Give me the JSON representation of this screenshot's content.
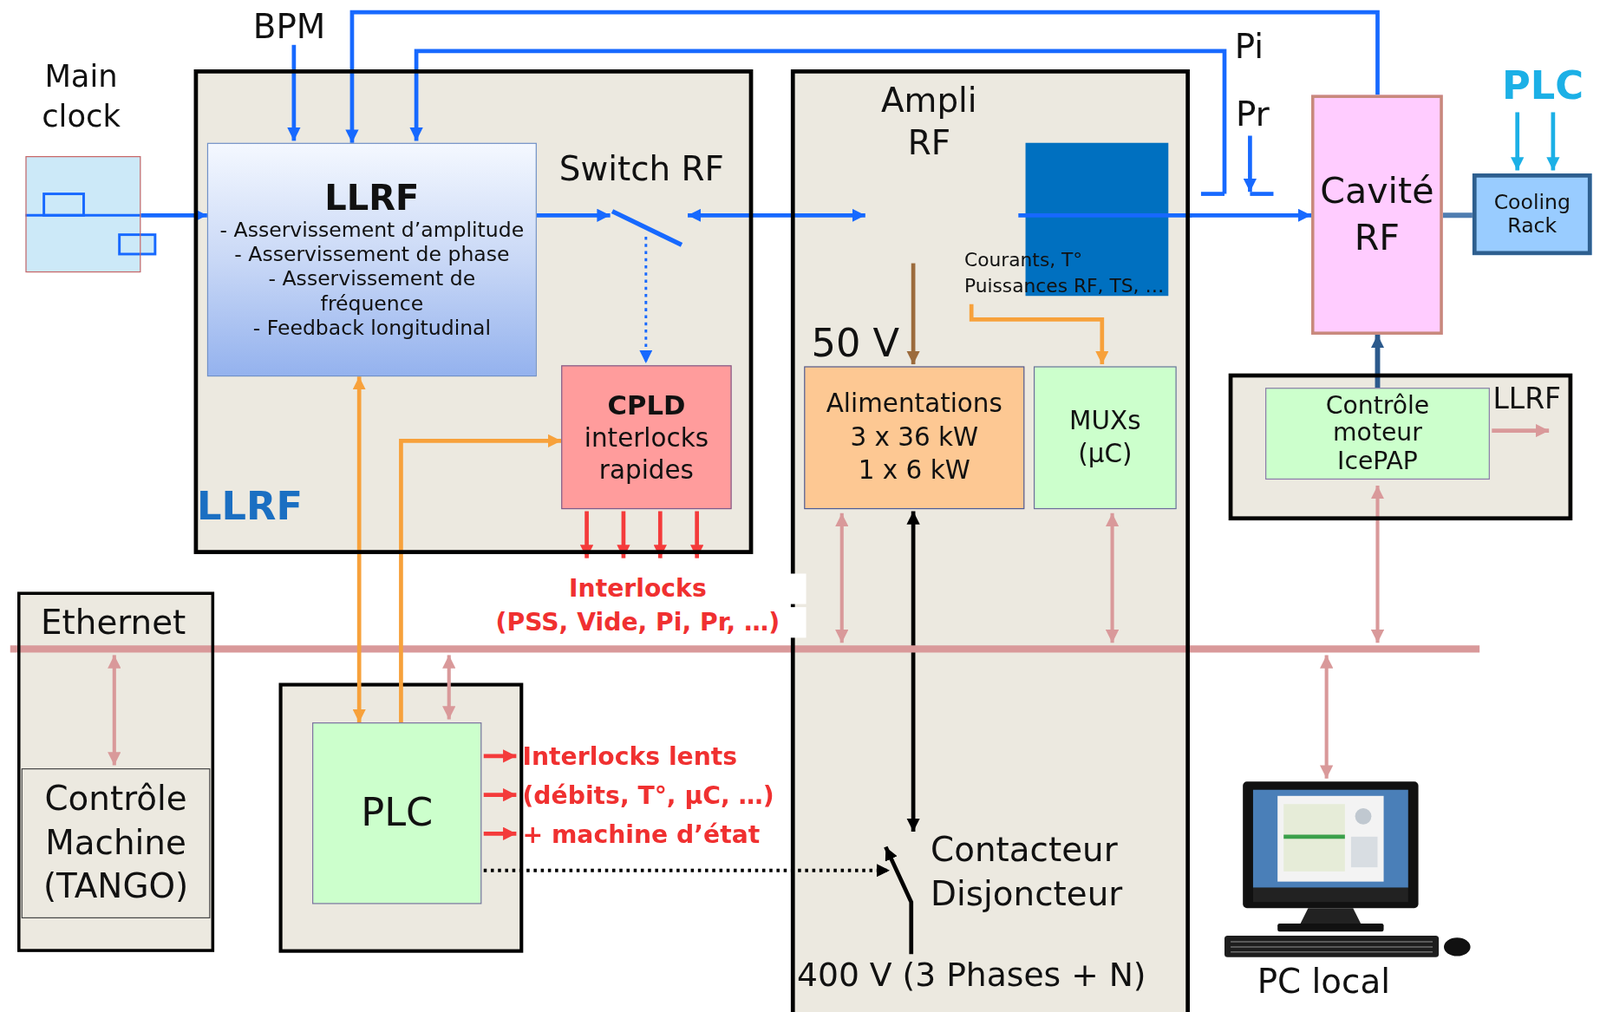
{
  "diagram": {
    "nodes": [
      {
        "text": [
          "Main clock"
        ]
      },
      {
        "text": [
          "LLRF"
        ]
      },
      {
        "text": [
          "LLRF",
          "- Asservissement d’amplitude",
          "- Asservissement de phase",
          "- Asservissement de fréquence",
          "- Feedback longitudinal"
        ],
        "in": 1
      },
      {
        "text": [
          "CPLD",
          "interlocks rapides"
        ],
        "in": 1
      },
      {
        "text": [
          "Ampli RF"
        ]
      },
      {
        "text": [
          "Alimentations",
          "3 x 36 kW",
          "1 x 6 kW"
        ],
        "in": 4
      },
      {
        "text": [
          "MUXs",
          "(µC)"
        ],
        "in": 4
      },
      {
        "text": [
          "Cavité RF"
        ]
      },
      {
        "text": [
          "Cooling Rack"
        ]
      },
      {
        "text": [
          "LLRF"
        ]
      },
      {
        "text": [
          "Contrôle moteur IcePAP"
        ],
        "in": 9
      },
      {
        "text": [
          "Ethernet"
        ]
      },
      {
        "text": [
          "Contrôle Machine (TANGO)"
        ],
        "in": 11
      },
      {
        "text": [
          "PLC"
        ]
      }
    ],
    "edges": [
      {
        "from": 0,
        "to": 2,
        "arrow": "to"
      },
      {
        "from": 7,
        "to": 2,
        "arrow": "to"
      },
      {
        "from": 2,
        "to": 13,
        "arrow": "both"
      },
      {
        "from": 13,
        "to": 3,
        "arrow": "to"
      },
      {
        "from": 4,
        "to": 7,
        "arrow": "to"
      },
      {
        "from": 10,
        "to": 7,
        "arrow": "to"
      },
      {
        "from": 7,
        "to": 8,
        "arrow": "none"
      }
    ],
    "labels": [
      "BPM",
      "Pi",
      "Pr",
      "Switch RF",
      "PLC",
      "50 V",
      "Courants, T°",
      "Puissances RF, TS, …",
      "Interlocks",
      "(PSS, Vide, Pi, Pr, …)",
      "Interlocks lents",
      "(débits, T°, µC, …)",
      "+ machine d’état",
      "Contacteur Disjoncteur",
      "400 V (3 Phases + N)",
      "PC local"
    ]
  }
}
